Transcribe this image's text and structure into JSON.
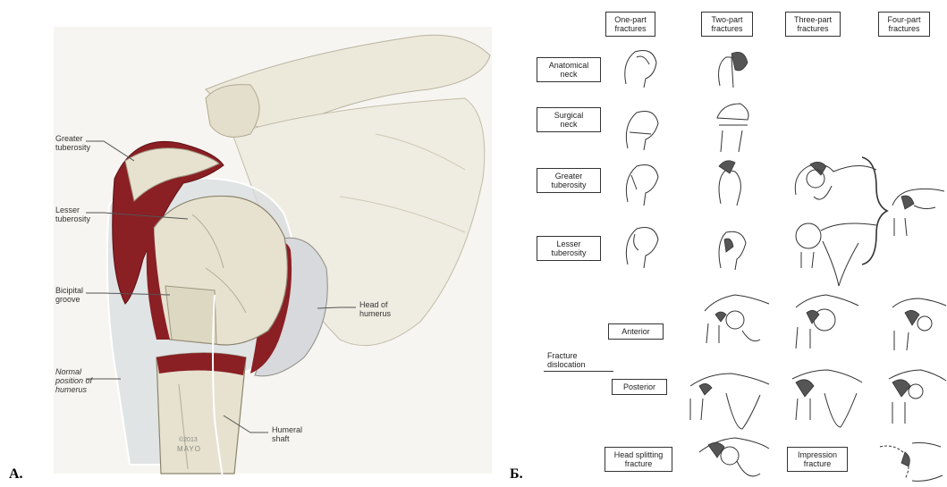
{
  "panel_a": {
    "label": "А.",
    "labels": {
      "greater_tuberosity": "Greater\ntuberosity",
      "lesser_tuberosity": "Lesser\ntuberosity",
      "bicipital_groove": "Bicipital\ngroove",
      "head_of_humerus": "Head of\nhumerus",
      "normal_position": "Normal\nposition of\nhumerus",
      "humeral_shaft": "Humeral\nshaft",
      "copyright": "©2013",
      "mayo": "MAYO"
    },
    "colors": {
      "bone": "#e6e2cf",
      "blood": "#8a1f24",
      "shadow": "#c9c4ae",
      "background": "#f3f2ee"
    }
  },
  "panel_b": {
    "label": "Б.",
    "columns": [
      "One-part\nfractures",
      "Two-part\nfractures",
      "Three-part\nfractures",
      "Four-part\nfractures"
    ],
    "rows": {
      "anatomical_neck": "Anatomical\nneck",
      "surgical_neck": "Surgical\nneck",
      "greater_tuberosity": "Greater\ntuberosity",
      "lesser_tuberosity": "Lesser\ntuberosity",
      "fracture_dislocation": "Fracture\ndislocation",
      "anterior": "Anterior",
      "posterior": "Posterior",
      "head_splitting": "Head splitting\nfracture",
      "impression": "Impression\nfracture"
    }
  }
}
